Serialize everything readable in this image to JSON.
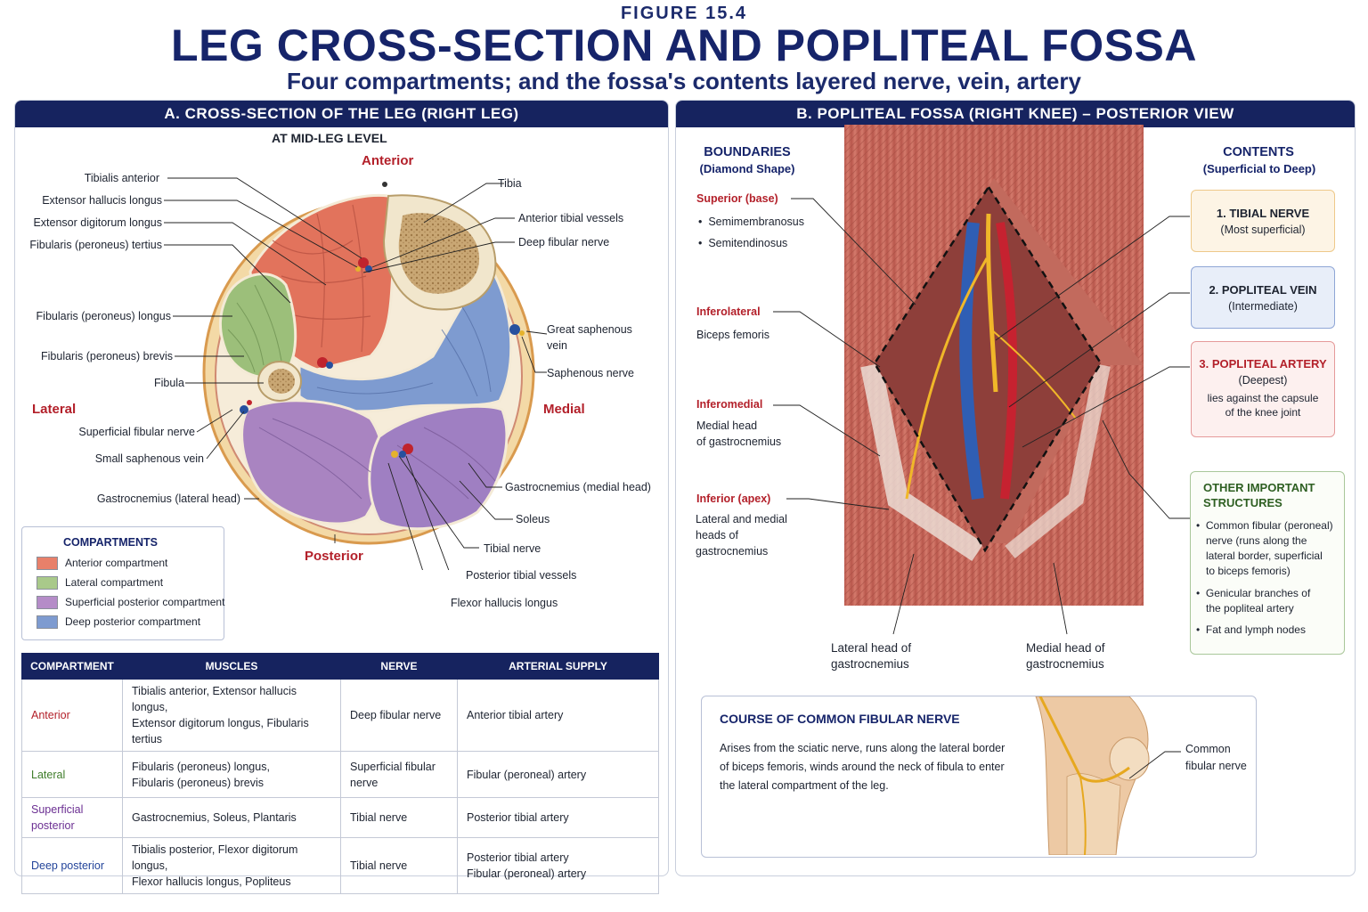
{
  "header": {
    "figure": "FIGURE 15.4",
    "title": "LEG CROSS-SECTION AND POPLITEAL FOSSA",
    "subtitle": "Four compartments; and the fossa's contents layered nerve, vein, artery"
  },
  "panel_a": {
    "heading": "A. CROSS-SECTION OF THE LEG (RIGHT LEG)",
    "level": "AT MID-LEG LEVEL",
    "orientation": {
      "anterior": "Anterior",
      "posterior": "Posterior",
      "lateral": "Lateral",
      "medial": "Medial"
    },
    "left_labels": [
      "Tibialis anterior",
      "Extensor hallucis longus",
      "Extensor digitorum longus",
      "Fibularis (peroneus) tertius",
      "Fibularis (peroneus) longus",
      "Fibularis (peroneus) brevis",
      "Fibula",
      "Superficial fibular nerve",
      "Small saphenous vein",
      "Gastrocnemius (lateral head)"
    ],
    "right_labels": [
      "Tibia",
      "Anterior tibial vessels",
      "Deep fibular nerve",
      "Great saphenous vein",
      "Saphenous nerve",
      "Gastrocnemius (medial head)",
      "Soleus",
      "Tibial nerve",
      "Posterior tibial vessels",
      "Flexor hallucis longus"
    ],
    "legend": {
      "title": "COMPARTMENTS",
      "items": [
        {
          "label": "Anterior compartment",
          "color": "#e8806a"
        },
        {
          "label": "Lateral compartment",
          "color": "#a9c98a"
        },
        {
          "label": "Superficial posterior compartment",
          "color": "#b58cc8"
        },
        {
          "label": "Deep posterior compartment",
          "color": "#7e9bd0"
        }
      ]
    },
    "table": {
      "headers": [
        "COMPARTMENT",
        "MUSCLES",
        "NERVE",
        "ARTERIAL SUPPLY"
      ],
      "rows": [
        {
          "compartment": "Anterior",
          "color": "#b3202a",
          "muscles_1": "Tibialis anterior, Extensor hallucis longus,",
          "muscles_2": "Extensor digitorum longus, Fibularis tertius",
          "nerve": "Deep fibular nerve",
          "artery_1": "Anterior tibial artery",
          "artery_2": ""
        },
        {
          "compartment": "Lateral",
          "color": "#3f7d2a",
          "muscles_1": "Fibularis (peroneus) longus,",
          "muscles_2": "Fibularis (peroneus) brevis",
          "nerve": "Superficial fibular nerve",
          "artery_1": "Fibular (peroneal) artery",
          "artery_2": ""
        },
        {
          "compartment": "Superficial posterior",
          "color": "#6b2f92",
          "muscles_1": "Gastrocnemius, Soleus, Plantaris",
          "muscles_2": "",
          "nerve": "Tibial nerve",
          "artery_1": "Posterior tibial artery",
          "artery_2": ""
        },
        {
          "compartment": "Deep posterior",
          "color": "#23449a",
          "muscles_1": "Tibialis posterior, Flexor digitorum longus,",
          "muscles_2": "Flexor hallucis longus, Popliteus",
          "nerve": "Tibial nerve",
          "artery_1": "Posterior tibial artery",
          "artery_2": "Fibular (peroneal) artery"
        }
      ]
    }
  },
  "panel_b": {
    "heading": "B. POPLITEAL FOSSA (RIGHT KNEE) – POSTERIOR VIEW",
    "boundaries": {
      "title": "BOUNDARIES",
      "subtitle": "(Diamond Shape)",
      "superior": "Superior (base)",
      "superior_items": [
        "Semimembranosus",
        "Semitendinosus"
      ],
      "inferolateral": "Inferolateral",
      "inferolateral_text": "Biceps femoris",
      "inferomedial": "Inferomedial",
      "inferomedial_text_1": "Medial head",
      "inferomedial_text_2": "of gastrocnemius",
      "inferior": "Inferior (apex)",
      "inferior_text_1": "Lateral and medial",
      "inferior_text_2": "heads of",
      "inferior_text_3": "gastrocnemius"
    },
    "contents": {
      "title": "CONTENTS",
      "subtitle": "(Superficial to Deep)",
      "items": [
        {
          "title": "1. TIBIAL NERVE",
          "note": "(Most superficial)"
        },
        {
          "title": "2. POPLITEAL VEIN",
          "note": "(Intermediate)"
        },
        {
          "title": "3. POPLITEAL ARTERY",
          "note": "(Deepest)",
          "extra_1": "lies against the capsule",
          "extra_2": "of the knee joint"
        }
      ]
    },
    "other": {
      "title_1": "OTHER IMPORTANT",
      "title_2": "STRUCTURES",
      "items": [
        [
          "Common fibular (peroneal)",
          "nerve (runs along the",
          "lateral border, superficial",
          "to biceps femoris)"
        ],
        [
          "Genicular branches of",
          "the popliteal artery"
        ],
        [
          "Fat and lymph nodes"
        ]
      ]
    },
    "bottom_labels": {
      "lateral_1": "Lateral head of",
      "lateral_2": "gastrocnemius",
      "medial_1": "Medial head of",
      "medial_2": "gastrocnemius"
    },
    "course": {
      "title": "COURSE OF COMMON FIBULAR NERVE",
      "lines": [
        "Arises from the sciatic nerve, runs along the lateral border",
        "of biceps femoris, winds around the neck of fibula to enter",
        "the lateral compartment of the leg."
      ],
      "label_1": "Common",
      "label_2": "fibular nerve"
    }
  }
}
